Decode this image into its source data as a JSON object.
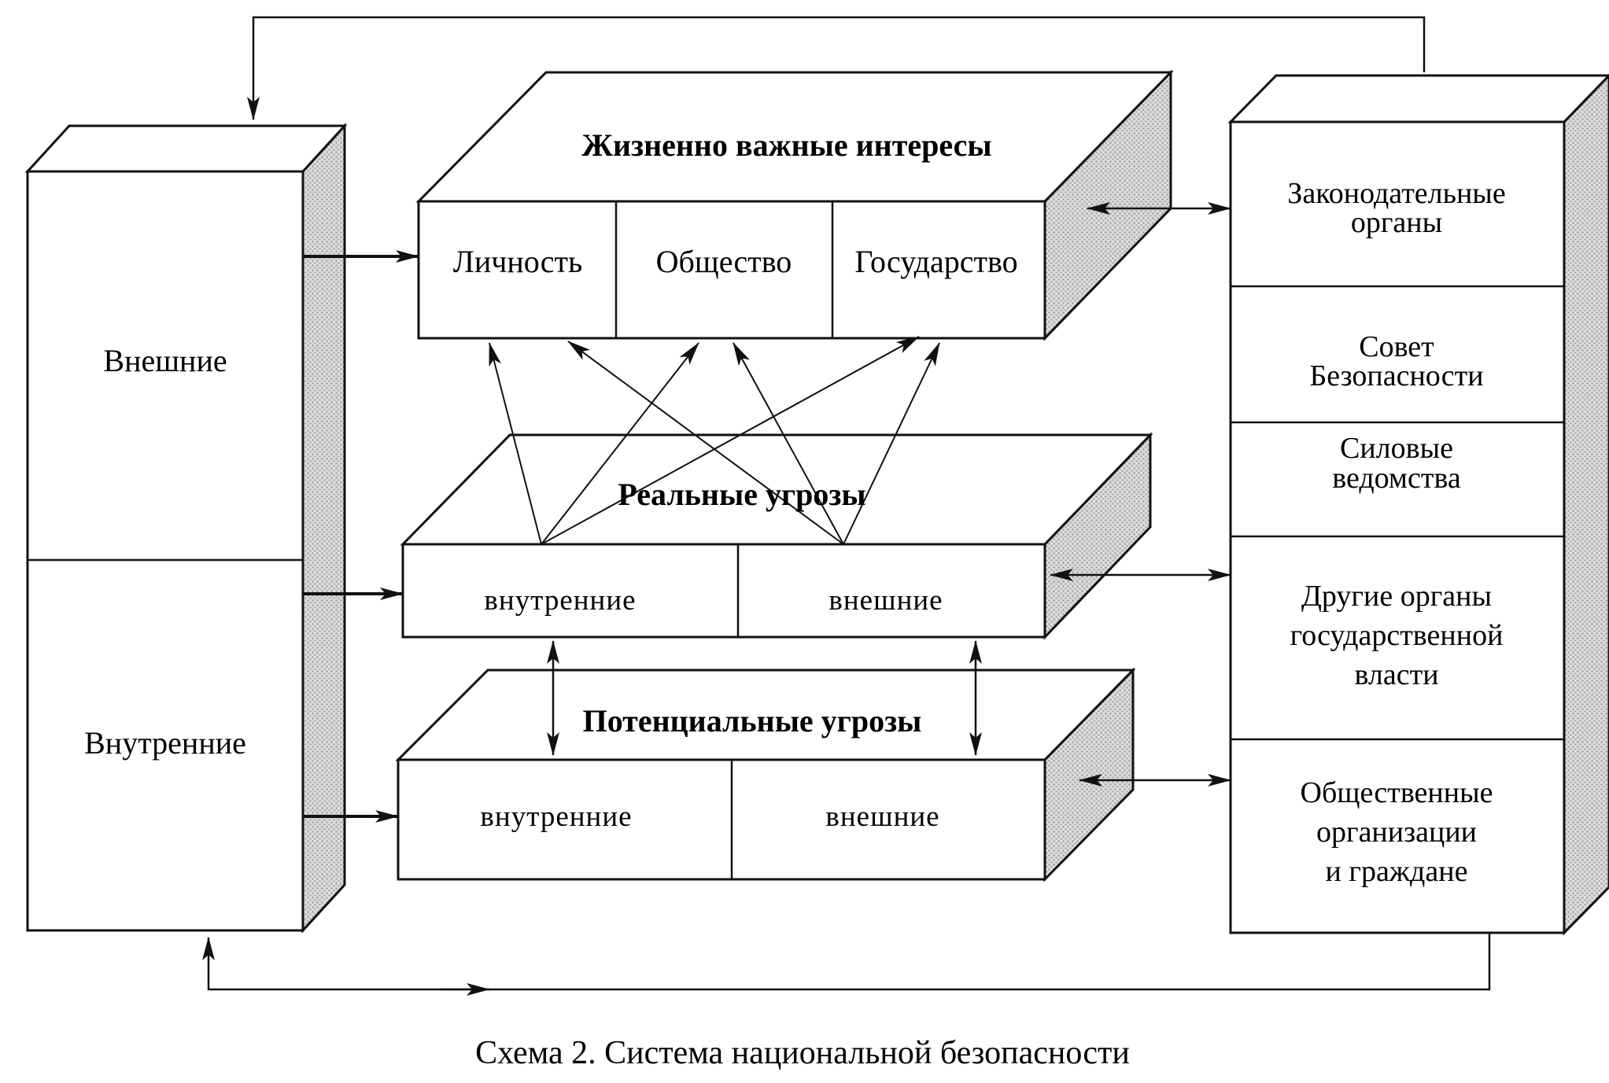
{
  "left_block": {
    "top_label": "Внешние",
    "bottom_label": "Внутренние"
  },
  "interests": {
    "title": "Жизненно важные интересы",
    "cells": [
      "Личность",
      "Общество",
      "Государство"
    ]
  },
  "real_threats": {
    "title": "Реальные угрозы",
    "cells": [
      "внутренние",
      "внешние"
    ]
  },
  "potential_threats": {
    "title": "Потенциальные угрозы",
    "cells": [
      "внутренние",
      "внешние"
    ]
  },
  "right_block": {
    "sections": [
      {
        "lines": [
          "Законодательные",
          "органы"
        ]
      },
      {
        "lines": [
          "Совет",
          "Безопасности"
        ]
      },
      {
        "lines": [
          "Силовые",
          "ведомства"
        ]
      },
      {
        "lines": [
          "Другие органы",
          "государственной",
          "власти"
        ]
      },
      {
        "lines": [
          "Общественные",
          "организации",
          "и граждане"
        ]
      }
    ]
  },
  "caption": "Схема 2. Система национальной безопасности"
}
